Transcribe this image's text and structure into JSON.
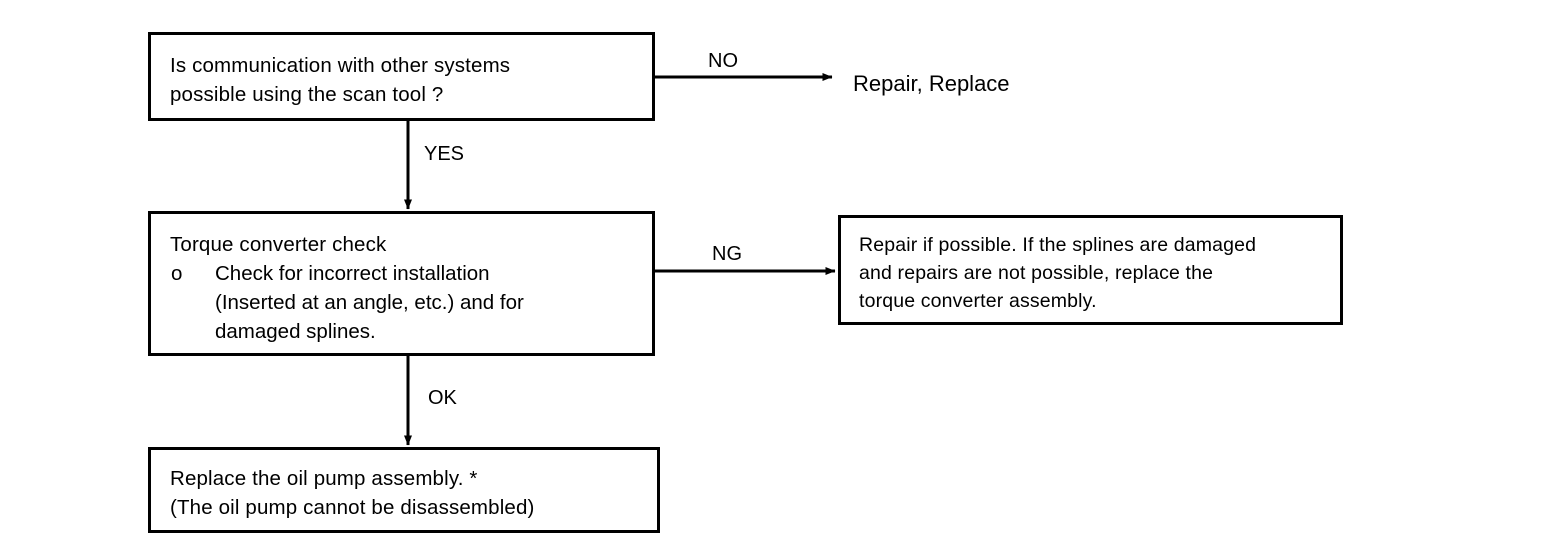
{
  "diagram": {
    "title": "Torque converter / oil pump diagnostic flowchart",
    "colors": {
      "stroke": "#000000",
      "background": "#ffffff",
      "text": "#000000"
    },
    "nodes": {
      "question_communication": {
        "line1": "Is communication with other systems",
        "line2": "possible using the scan tool ?"
      },
      "torque_converter_check": {
        "heading": "Torque converter check",
        "bullet_mark": "o",
        "bullet_line1": "Check for incorrect installation",
        "bullet_line2": "(Inserted at an angle, etc.) and for",
        "bullet_line3": "damaged splines."
      },
      "repair_replace_converter": {
        "line1": "Repair if possible. If the splines are damaged",
        "line2": "and repairs are not possible, replace the",
        "line3": "torque converter assembly."
      },
      "replace_oil_pump": {
        "line1": "Replace the oil pump assembly. *",
        "line2": "(The oil pump cannot be disassembled)"
      },
      "repair_replace_plain": {
        "text": "Repair, Replace"
      }
    },
    "edge_labels": {
      "no": "NO",
      "yes": "YES",
      "ng": "NG",
      "ok": "OK"
    }
  }
}
